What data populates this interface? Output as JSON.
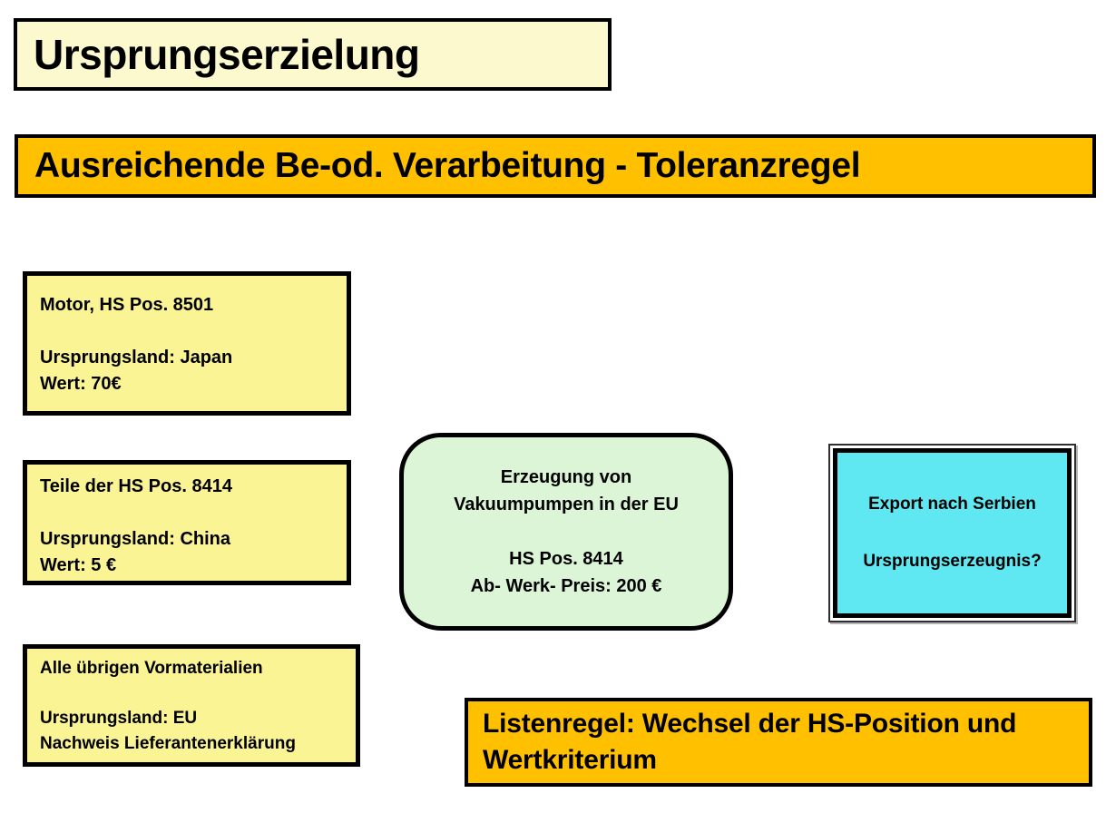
{
  "slide": {
    "background_color": "#FFFFFF",
    "text_color": "#000000"
  },
  "title_box": {
    "text": "Ursprungserzielung",
    "fill": "#FBF9CD",
    "border": "#000000"
  },
  "banner": {
    "text": "Ausreichende Be-od. Verarbeitung - Toleranzregel",
    "fill": "#FFC000",
    "border": "#000000"
  },
  "material_boxes": [
    {
      "name": "motor",
      "text": "Motor, HS Pos. 8501\n\nUrsprungsland: Japan\nWert: 70€",
      "fill": "#FAF494",
      "border": "#000000"
    },
    {
      "name": "teile",
      "text": "Teile der HS Pos. 8414\n\nUrsprungsland: China\nWert: 5 €",
      "fill": "#FAF494",
      "border": "#000000"
    },
    {
      "name": "vormaterialien",
      "text": "Alle übrigen Vormaterialien\n\nUrsprungsland: EU\nNachweis Lieferantenerklärung",
      "fill": "#FAF494",
      "border": "#000000"
    }
  ],
  "production_box": {
    "text": "Erzeugung von\nVakuumpumpen in der EU\n\nHS Pos. 8414\nAb- Werk- Preis: 200 €",
    "fill": "#DCF5D7",
    "border": "#000000"
  },
  "export_box": {
    "text": "Export nach Serbien\n\nUrsprungserzeugnis?",
    "fill": "#5FE8F1",
    "border": "#000000",
    "frame_style": "double"
  },
  "rule_box": {
    "text": "Listenregel: Wechsel der HS-Position und\nWertkriterium",
    "fill": "#FFC000",
    "border": "#000000"
  }
}
